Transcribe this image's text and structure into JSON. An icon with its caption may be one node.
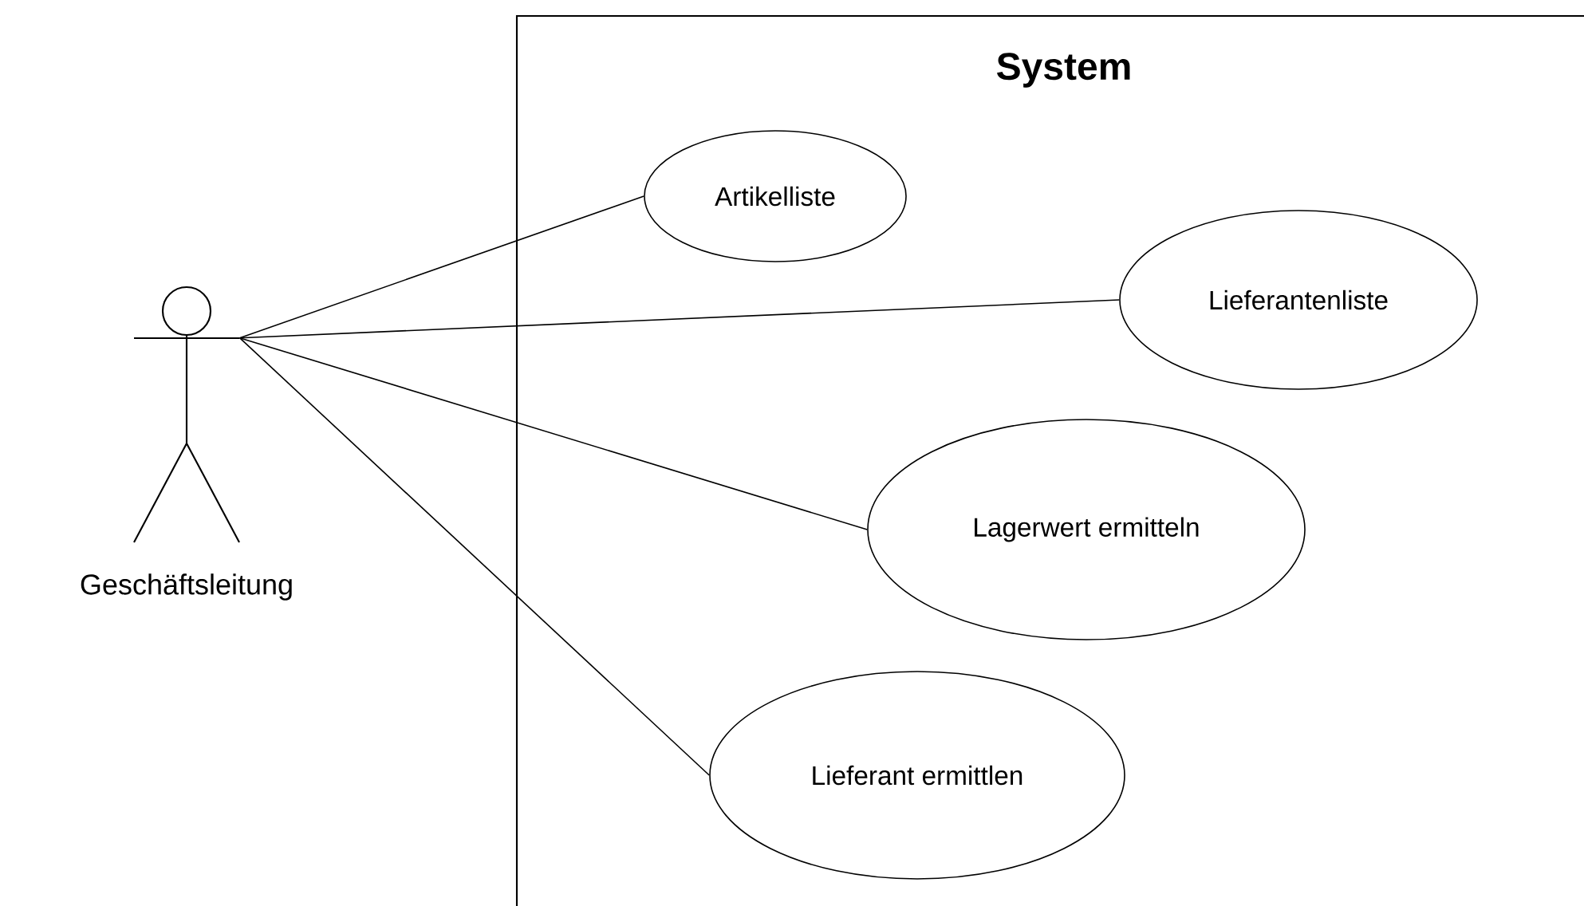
{
  "diagram": {
    "nodes": [
      {
        "text": [
          "System"
        ]
      },
      {
        "text": [],
        "shape": "person",
        "beside": [
          "Geschäftsleitung"
        ]
      },
      {
        "text": [
          "Artikelliste"
        ],
        "in": 0
      },
      {
        "text": [
          "Lieferantenliste"
        ],
        "in": 0
      },
      {
        "text": [
          "Lagerwert ermitteln"
        ],
        "in": 0
      },
      {
        "text": [
          "Lieferant ermittlen"
        ],
        "in": 0
      }
    ],
    "edges": [
      {
        "from": 1,
        "to": 2,
        "arrow": "none"
      },
      {
        "from": 1,
        "to": 3,
        "arrow": "none"
      },
      {
        "from": 1,
        "to": 4,
        "arrow": "none"
      },
      {
        "from": 1,
        "to": 5,
        "arrow": "none"
      }
    ]
  }
}
